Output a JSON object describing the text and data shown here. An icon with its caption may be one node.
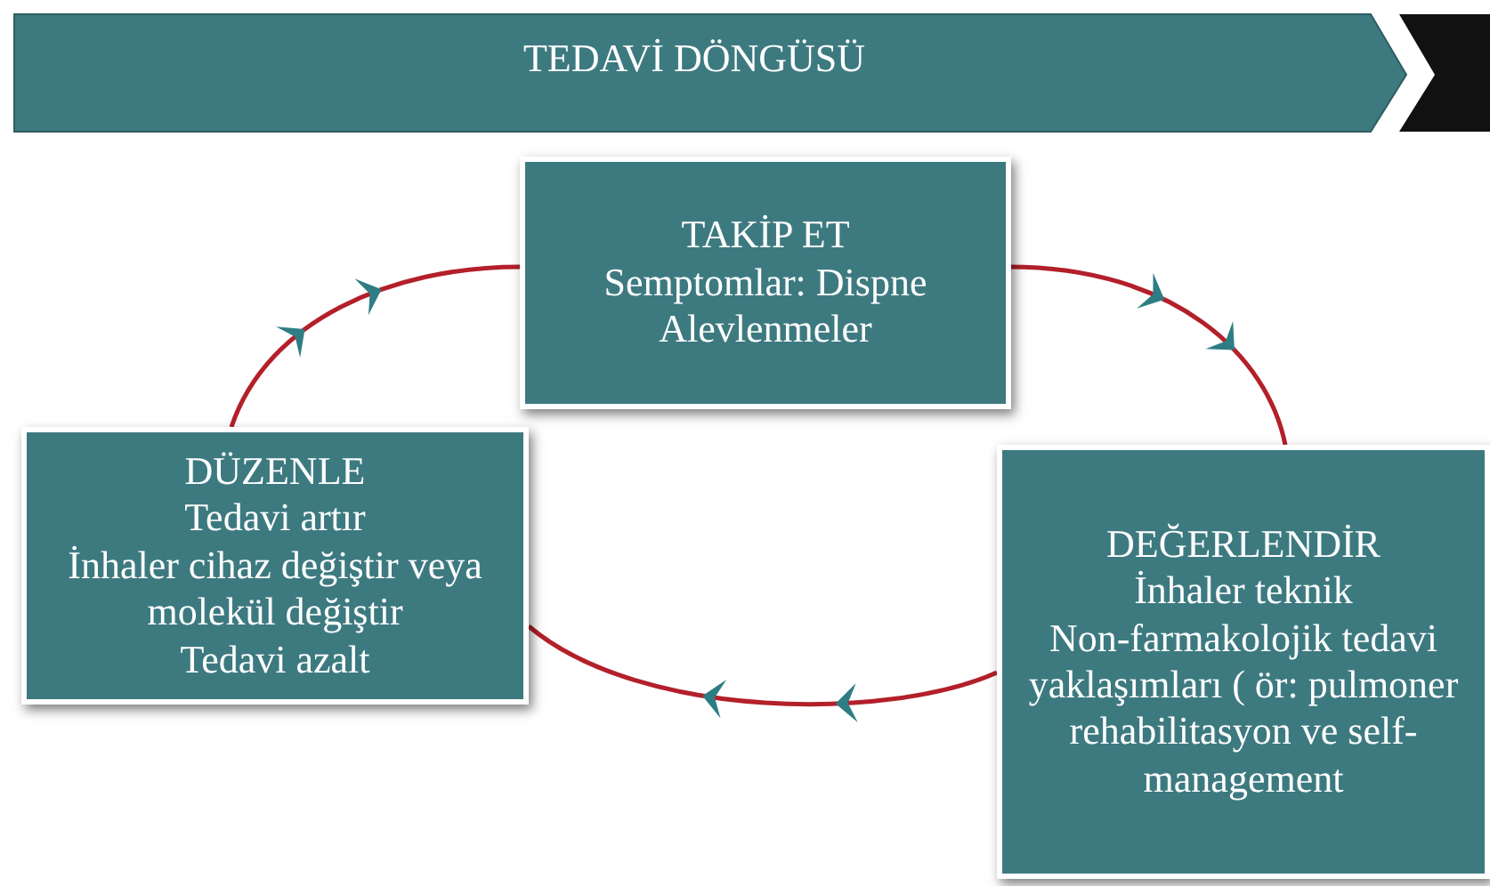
{
  "diagram": {
    "title": "TEDAVİ DÖNGÜSÜ",
    "nodes": [
      {
        "text": [
          "TAKİP ET",
          "Semptomlar: Dispne",
          "Alevlenmeler"
        ]
      },
      {
        "text": [
          "DEĞERLENDİR",
          "İnhaler teknik",
          "Non-farmakolojik tedavi yaklaşımları ( ör: pulmoner rehabilitasyon ve self-management"
        ]
      },
      {
        "text": [
          "DÜZENLE",
          "Tedavi artır",
          "İnhaler cihaz değiştir veya molekül değiştir",
          "Tedavi azalt"
        ]
      }
    ],
    "edges": [
      {
        "from": 0,
        "to": 1,
        "arrow": "to"
      },
      {
        "from": 1,
        "to": 2,
        "arrow": "to"
      },
      {
        "from": 2,
        "to": 0,
        "arrow": "to"
      }
    ]
  }
}
